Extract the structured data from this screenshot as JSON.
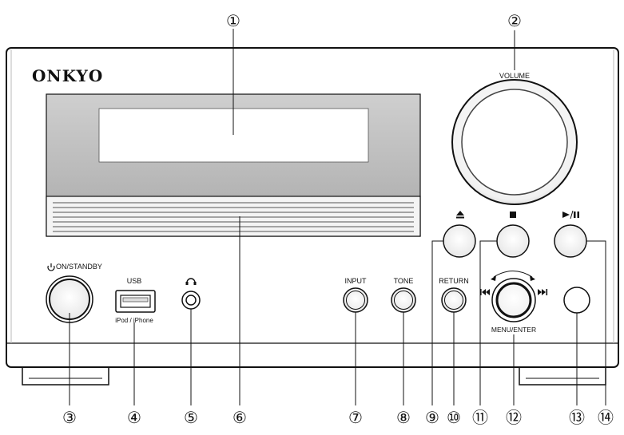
{
  "brand": "ONKYO",
  "labels": {
    "volume": "VOLUME",
    "on_standby": "ON/STANDBY",
    "usb": "USB",
    "ipod": "iPod / iPhone",
    "input": "INPUT",
    "tone": "TONE",
    "return": "RETURN",
    "menu_enter": "MENU/ENTER"
  },
  "callouts": [
    "①",
    "②",
    "③",
    "④",
    "⑤",
    "⑥",
    "⑦",
    "⑧",
    "⑨",
    "⑩",
    "⑪",
    "⑫",
    "⑬",
    "⑭"
  ],
  "icons": {
    "power": "power-icon",
    "headphones": "headphones-icon",
    "eject": "eject-icon",
    "stop": "stop-icon",
    "play_pause": "play-pause-icon",
    "prev": "skip-prev-icon",
    "next": "skip-next-icon"
  }
}
